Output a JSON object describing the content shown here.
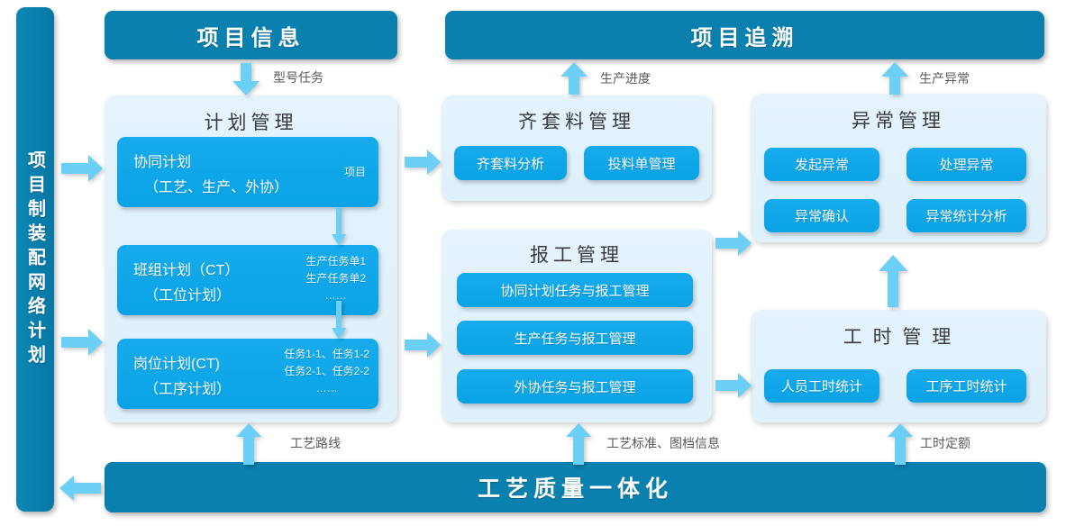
{
  "diagram": {
    "title_left_spine": "项目制装配网络计划",
    "top_bars": {
      "left": "项目信息",
      "right": "项目追溯"
    },
    "bottom_bar": "工艺质量一体化"
  },
  "panels": {
    "plan": {
      "title": "计划管理",
      "blocks": [
        {
          "line1": "协同计划",
          "line2": "（工艺、生产、外协）",
          "side": "项目"
        },
        {
          "line1": "班组计划（CT）",
          "line2": "（工位计划）",
          "side": "生产任务单1\n生产任务单2\n……"
        },
        {
          "line1": "岗位计划(CT)",
          "line2": "（工序计划）",
          "side": "任务1-1、任务1-2\n任务2-1、任务2-2\n……"
        }
      ]
    },
    "kit": {
      "title": "齐套料管理",
      "buttons": [
        "齐套料分析",
        "投料单管理"
      ]
    },
    "report": {
      "title": "报工管理",
      "buttons": [
        "协同计划任务与报工管理",
        "生产任务与报工管理",
        "外协任务与报工管理"
      ]
    },
    "abnormal": {
      "title": "异常管理",
      "buttons": [
        "发起异常",
        "处理异常",
        "异常确认",
        "异常统计分析"
      ]
    },
    "worktime": {
      "title": "工 时 管 理",
      "buttons": [
        "人员工时统计",
        "工序工时统计"
      ]
    }
  },
  "annotations": {
    "model_task": "型号任务",
    "production_progress": "生产进度",
    "production_abnormal": "生产异常",
    "process_route": "工艺路线",
    "process_standard": "工艺标准、图档信息",
    "worktime_quota": "工时定额"
  },
  "colors": {
    "dark_bar": "#0A80AE",
    "block_blue": "#0FA5E8",
    "panel_bg": "#E1F2FB",
    "arrow_blue": "#6BCFF6",
    "note_text": "#595959"
  }
}
